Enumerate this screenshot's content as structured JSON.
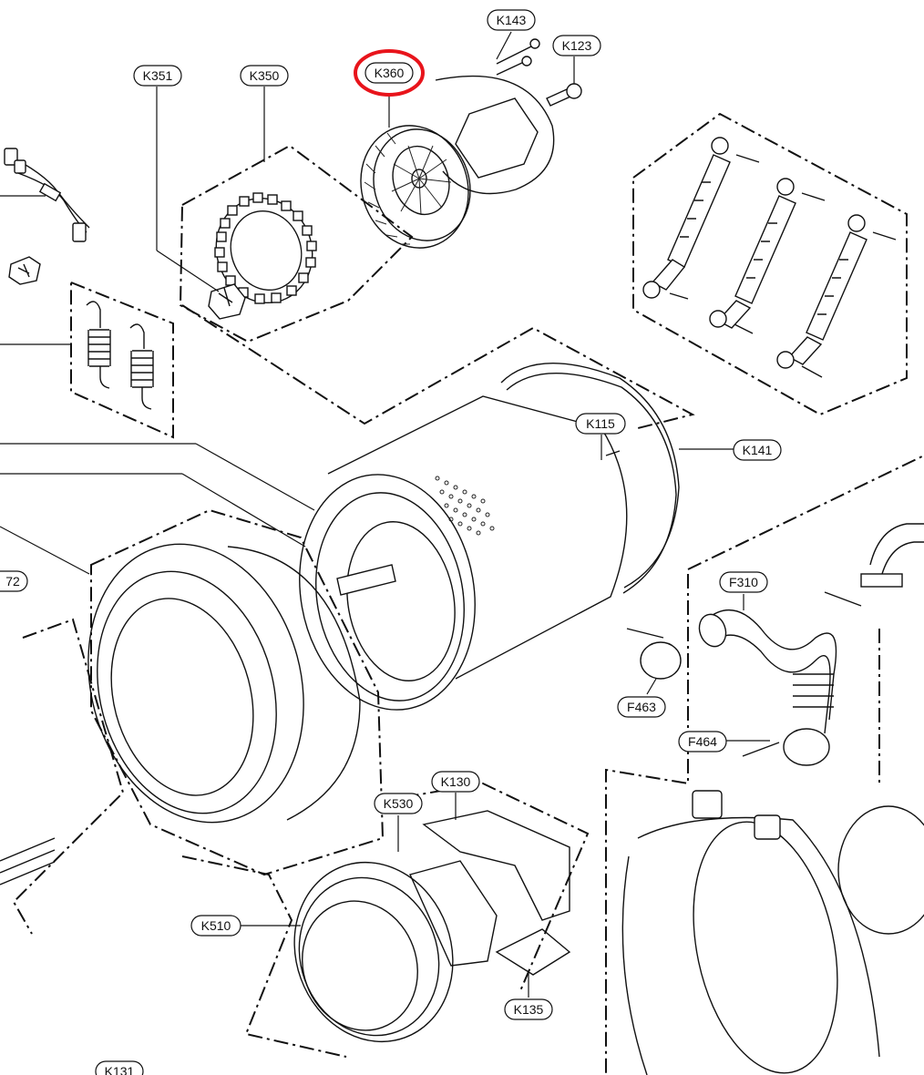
{
  "labels": {
    "k143": "K143",
    "k123": "K123",
    "k351": "K351",
    "k350": "K350",
    "k360": "K360",
    "k115": "K115",
    "k141": "K141",
    "f310": "F310",
    "f463": "F463",
    "f464": "F464",
    "k130": "K130",
    "k530": "K530",
    "k510": "K510",
    "k135": "K135",
    "k131": "K131",
    "e72": "72"
  },
  "highlight": {
    "target": "K360",
    "color": "#e8141b"
  }
}
